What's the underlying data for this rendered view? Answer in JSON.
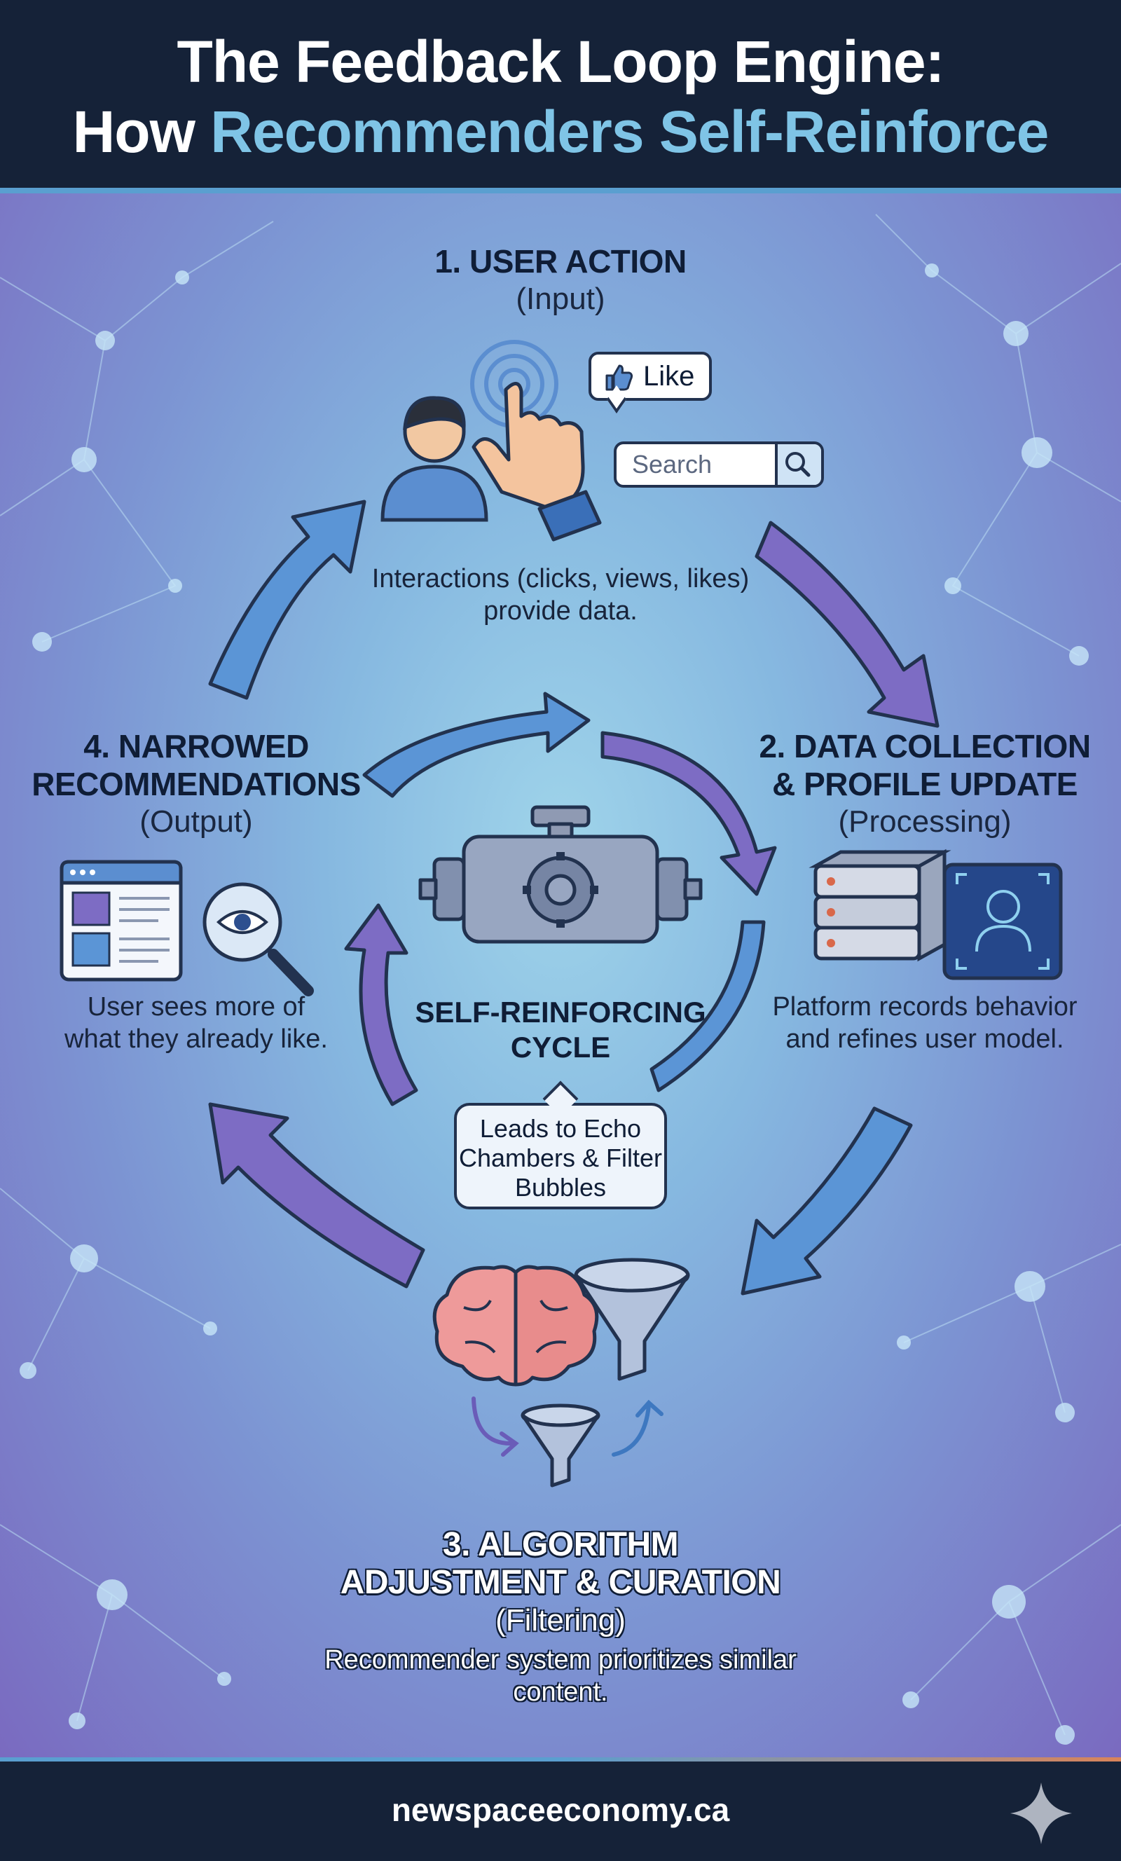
{
  "header": {
    "title_line_1": "The Feedback Loop Engine:",
    "title_prefix": "How",
    "title_accent": "Recommenders Self-Reinforce"
  },
  "stages": {
    "user_action": {
      "title": "1. USER ACTION",
      "subtitle": "(Input)",
      "description": "Interactions (clicks, views, likes) provide data."
    },
    "data_collection": {
      "title_line_1": "2. DATA COLLECTION",
      "title_line_2": "& PROFILE UPDATE",
      "subtitle": "(Processing)",
      "description": "Platform records behavior and refines user model."
    },
    "algorithm": {
      "title_line_1": "3. ALGORITHM",
      "title_line_2": "ADJUSTMENT & CURATION",
      "subtitle": "(Filtering)",
      "description": "Recommender system prioritizes similar content."
    },
    "narrowed": {
      "title_line_1": "4. NARROWED",
      "title_line_2": "RECOMMENDATIONS",
      "subtitle": "(Output)",
      "description": "User sees more of what they already like."
    }
  },
  "center": {
    "label_line_1": "SELF-REINFORCING",
    "label_line_2": "CYCLE",
    "callout": "Leads to Echo Chambers & Filter Bubbles"
  },
  "widgets": {
    "like_label": "Like",
    "search_placeholder": "Search"
  },
  "icons": {
    "user": "user-icon",
    "pointer": "pointing-hand-icon",
    "like": "thumbs-up-icon",
    "search": "magnifier-icon",
    "server": "server-stack-icon",
    "profile": "profile-scan-icon",
    "browser": "browser-window-icon",
    "eye": "eye-magnifier-icon",
    "engine": "engine-icon",
    "brain": "brain-icon",
    "funnel": "funnel-icon"
  },
  "colors": {
    "header_bg": "#152238",
    "title_accent": "#7fc4e6",
    "arrow_blue": "#5b95d6",
    "arrow_purple": "#7d6cc4",
    "outline": "#22324f"
  },
  "footer": {
    "url": "newspaceeconomy.ca"
  }
}
